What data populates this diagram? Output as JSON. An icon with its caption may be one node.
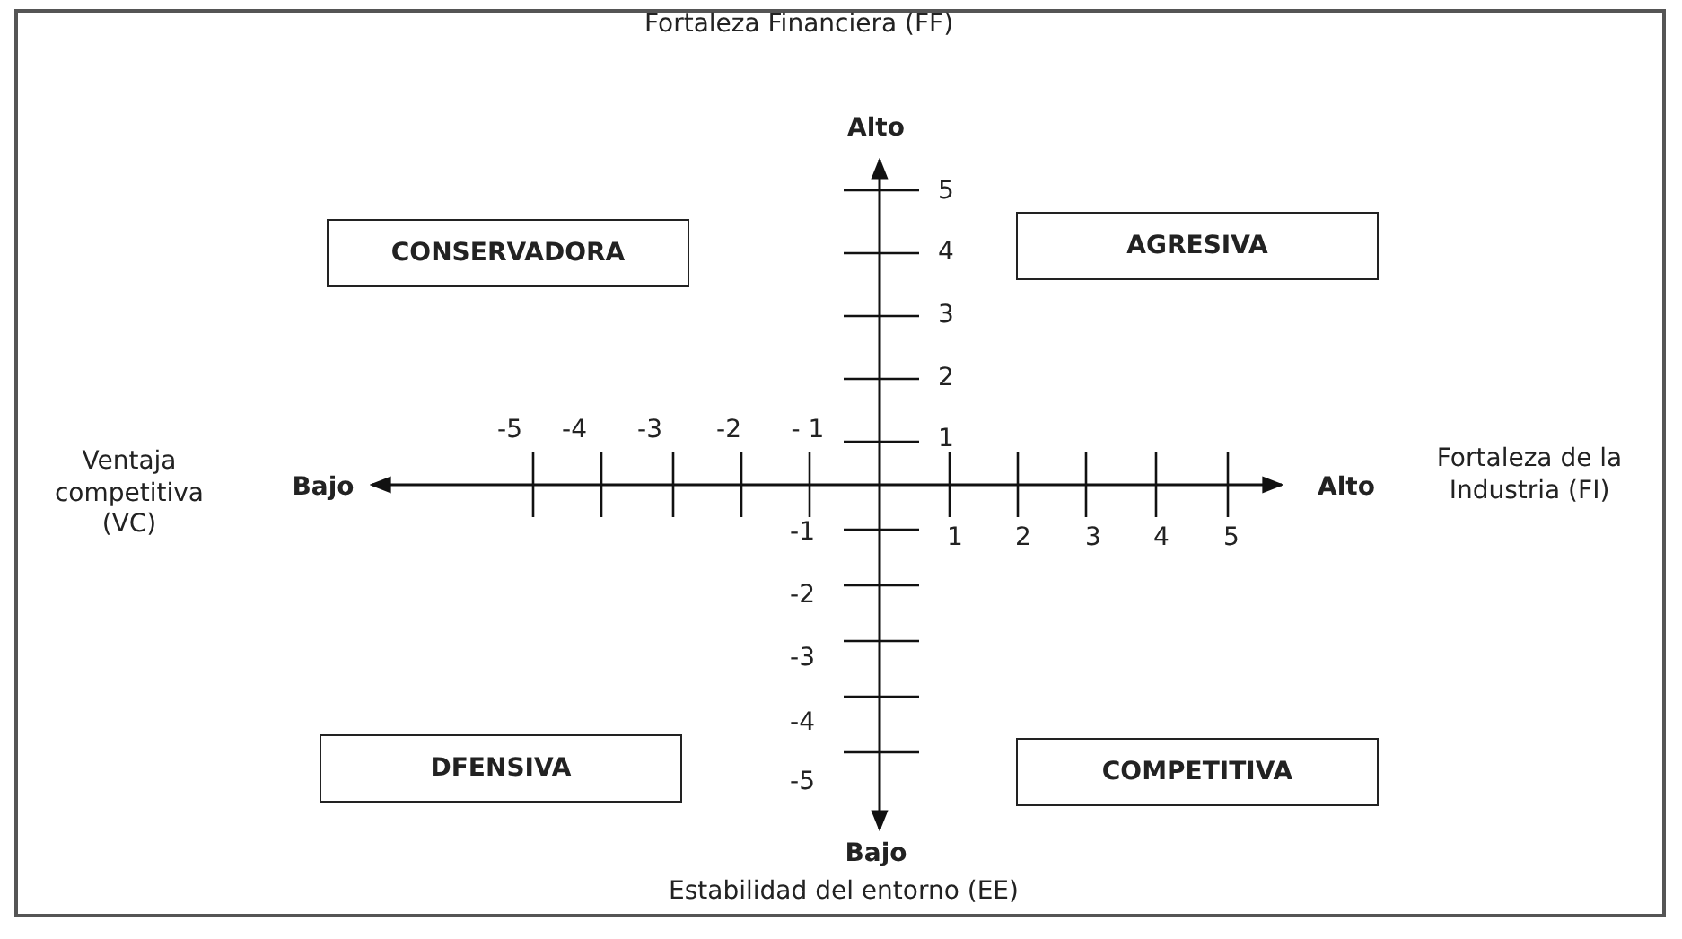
{
  "diagram": {
    "nodes": [
      {
        "text": [
          "CONSERVADORA"
        ]
      },
      {
        "text": [
          "AGRESIVA"
        ]
      },
      {
        "text": [
          "DFENSIVA"
        ]
      },
      {
        "text": [
          "COMPETITIVA"
        ]
      }
    ],
    "labels": [
      "Fortaleza Financiera (FF)",
      "Alto",
      "5",
      "4",
      "3",
      "2",
      "-5",
      "-4",
      "-3",
      "-2",
      "- 1",
      "1",
      "Ventaja competitiva (VC)",
      "Bajo",
      "Alto",
      "Fortaleza de la Industria (FI)",
      "-1",
      "1",
      "2",
      "3",
      "4",
      "5",
      "-2",
      "-3",
      "-4",
      "-5",
      "Bajo",
      "Estabilidad del entorno (EE)"
    ]
  }
}
